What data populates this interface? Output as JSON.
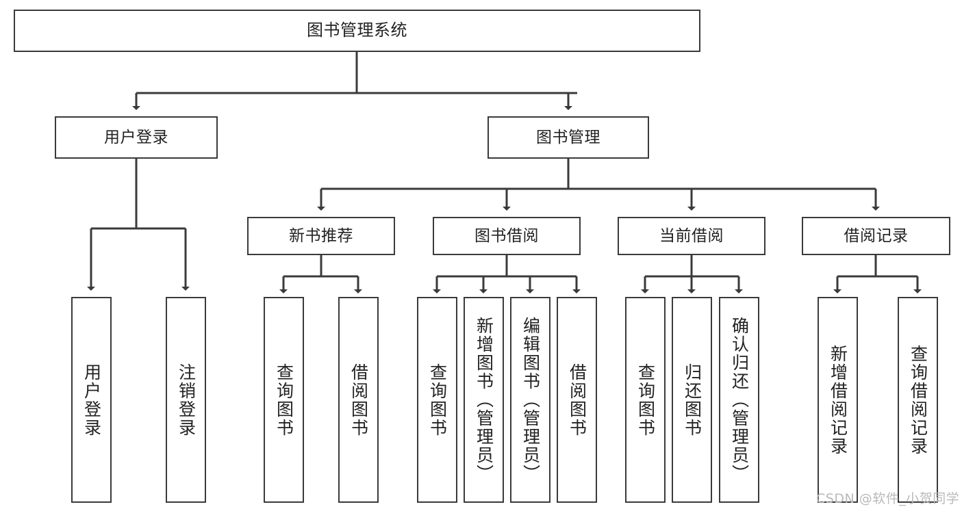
{
  "diagram": {
    "title_node": {
      "label": "图书管理系统"
    },
    "level2": [
      {
        "label": "用户登录"
      },
      {
        "label": "图书管理"
      }
    ],
    "level3": [
      {
        "label": "新书推荐"
      },
      {
        "label": "图书借阅"
      },
      {
        "label": "当前借阅"
      },
      {
        "label": "借阅记录"
      }
    ],
    "leaves": {
      "user_login": [
        {
          "label": "用户登录"
        },
        {
          "label": "注销登录"
        }
      ],
      "new_book_recommend": [
        {
          "label": "查询图书"
        },
        {
          "label": "借阅图书"
        }
      ],
      "book_borrow": [
        {
          "label": "查询图书"
        },
        {
          "label": "新增图书（管理员）"
        },
        {
          "label": "编辑图书（管理员）"
        },
        {
          "label": "借阅图书"
        }
      ],
      "current_borrow": [
        {
          "label": "查询图书"
        },
        {
          "label": "归还图书"
        },
        {
          "label": "确认归还（管理员）"
        }
      ],
      "borrow_records": [
        {
          "label": "新增借阅记录"
        },
        {
          "label": "查询借阅记录"
        }
      ]
    }
  },
  "watermark": {
    "text": "CSDN @软件_小贺同学"
  },
  "colors": {
    "border": "#3a3a3a",
    "background": "#ffffff",
    "text": "#222222",
    "watermark": "#b9b9b9"
  }
}
